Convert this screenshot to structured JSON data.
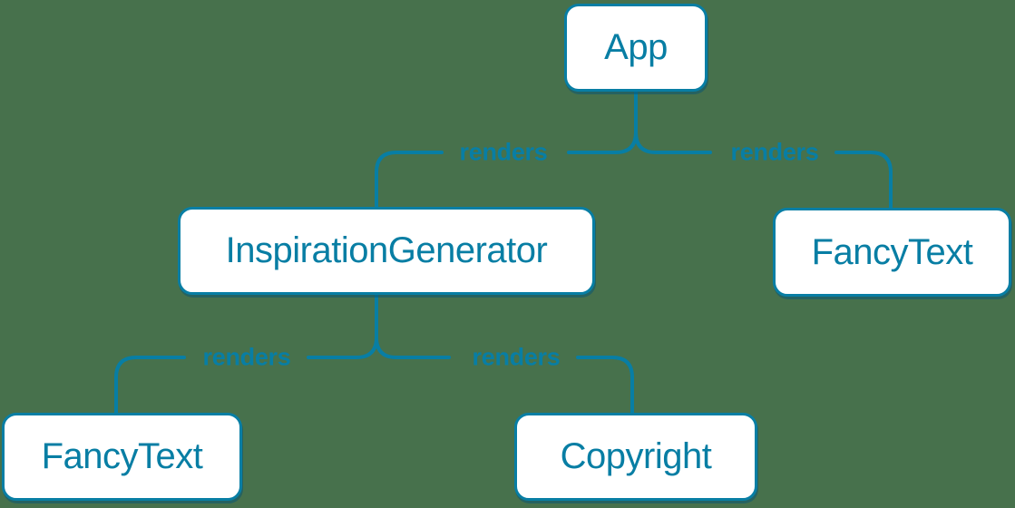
{
  "colors": {
    "background": "#47714C",
    "accent": "#087EA4",
    "node_fill": "#FFFFFF"
  },
  "nodes": {
    "app": {
      "label": "App"
    },
    "inspiration_generator": {
      "label": "InspirationGenerator"
    },
    "fancy_text_top": {
      "label": "FancyText"
    },
    "fancy_text_bottom": {
      "label": "FancyText"
    },
    "copyright": {
      "label": "Copyright"
    }
  },
  "edges": [
    {
      "from": "App",
      "to": "InspirationGenerator",
      "label": "renders"
    },
    {
      "from": "App",
      "to": "FancyText",
      "label": "renders"
    },
    {
      "from": "InspirationGenerator",
      "to": "FancyText",
      "label": "renders"
    },
    {
      "from": "InspirationGenerator",
      "to": "Copyright",
      "label": "renders"
    }
  ]
}
